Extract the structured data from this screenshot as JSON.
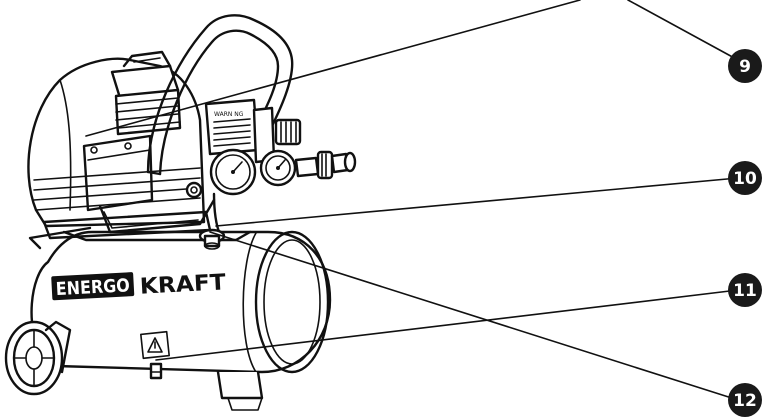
{
  "brand": {
    "boxed_word": "ENERGO",
    "second_word": "KRAFT"
  },
  "warning_plate": {
    "text": "WARN NG"
  },
  "callouts": [
    {
      "number": "9"
    },
    {
      "number": "10"
    },
    {
      "number": "11"
    },
    {
      "number": "12"
    }
  ],
  "colors": {
    "ink": "#111111",
    "callout_fill": "#1a1a1a",
    "background": "#ffffff"
  }
}
